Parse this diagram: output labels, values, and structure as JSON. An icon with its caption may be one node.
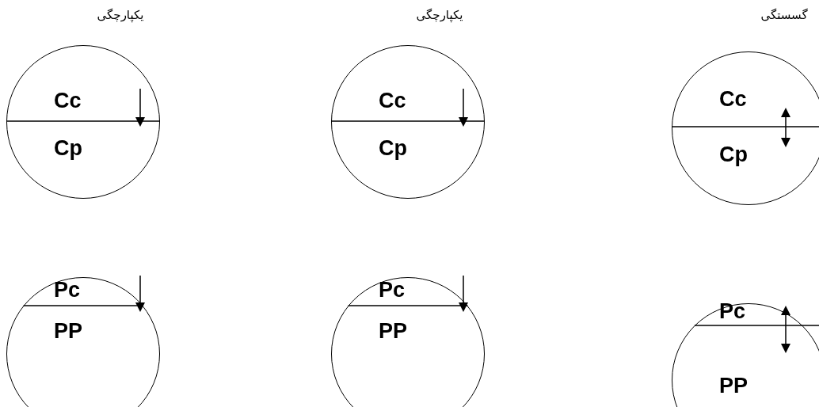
{
  "diagram": {
    "nodes": [
      {
        "text": [
          "Cc",
          "Cp"
        ]
      },
      {
        "text": [
          "Cc",
          "Cp"
        ]
      },
      {
        "text": [
          "Cc",
          "Cp"
        ]
      },
      {
        "text": [
          "Pc",
          "PP"
        ]
      },
      {
        "text": [
          "Pc",
          "PP"
        ]
      },
      {
        "text": [
          "Pc",
          "PP"
        ]
      }
    ],
    "labels": [
      "یکپارچگی",
      "یکپارچگی",
      "گسستگی"
    ]
  }
}
